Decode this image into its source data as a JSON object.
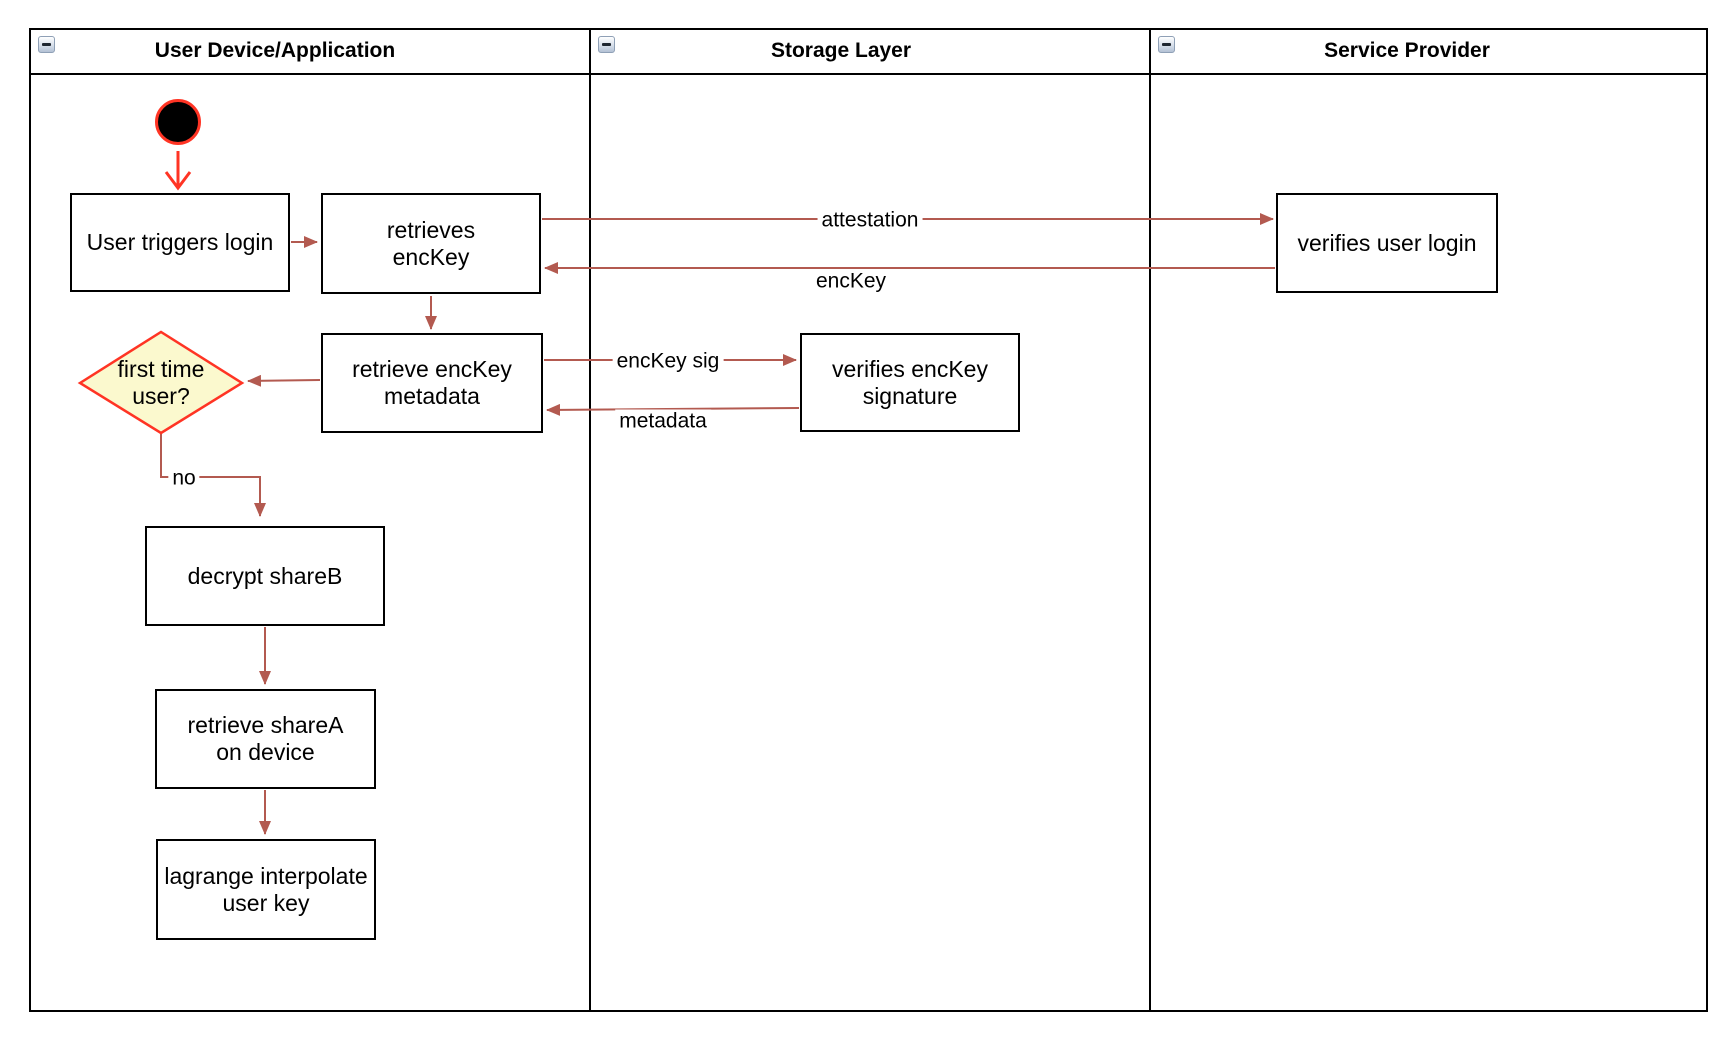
{
  "diagram": {
    "lanes": [
      {
        "title": "User Device/Application"
      },
      {
        "title": "Storage Layer"
      },
      {
        "title": "Service Provider"
      }
    ],
    "nodes": {
      "start": {
        "type": "initial"
      },
      "user_triggers_login": {
        "label": "User triggers login"
      },
      "retrieves_enckey": {
        "label": "retrieves\nencKey"
      },
      "retrieve_enckey_metadata": {
        "label": "retrieve encKey\nmetadata"
      },
      "first_time_user": {
        "label": "first time\nuser?"
      },
      "decrypt_shareb": {
        "label": "decrypt shareB"
      },
      "retrieve_sharea_on_device": {
        "label": "retrieve shareA\non device"
      },
      "lagrange_interpolate_user_key": {
        "label": "lagrange interpolate\nuser key"
      },
      "verifies_enckey_signature": {
        "label": "verifies encKey\nsignature"
      },
      "verifies_user_login": {
        "label": "verifies user login"
      }
    },
    "edge_labels": {
      "attestation": "attestation",
      "enckey": "encKey",
      "enckey_sig": "encKey sig",
      "metadata": "metadata",
      "no": "no"
    },
    "colors": {
      "arrow": "#b35a50",
      "accent_red": "#ff3424",
      "diamond_fill": "#fbf9ce",
      "node_border": "#000000",
      "lane_border": "#000000",
      "background": "#ffffff"
    }
  }
}
